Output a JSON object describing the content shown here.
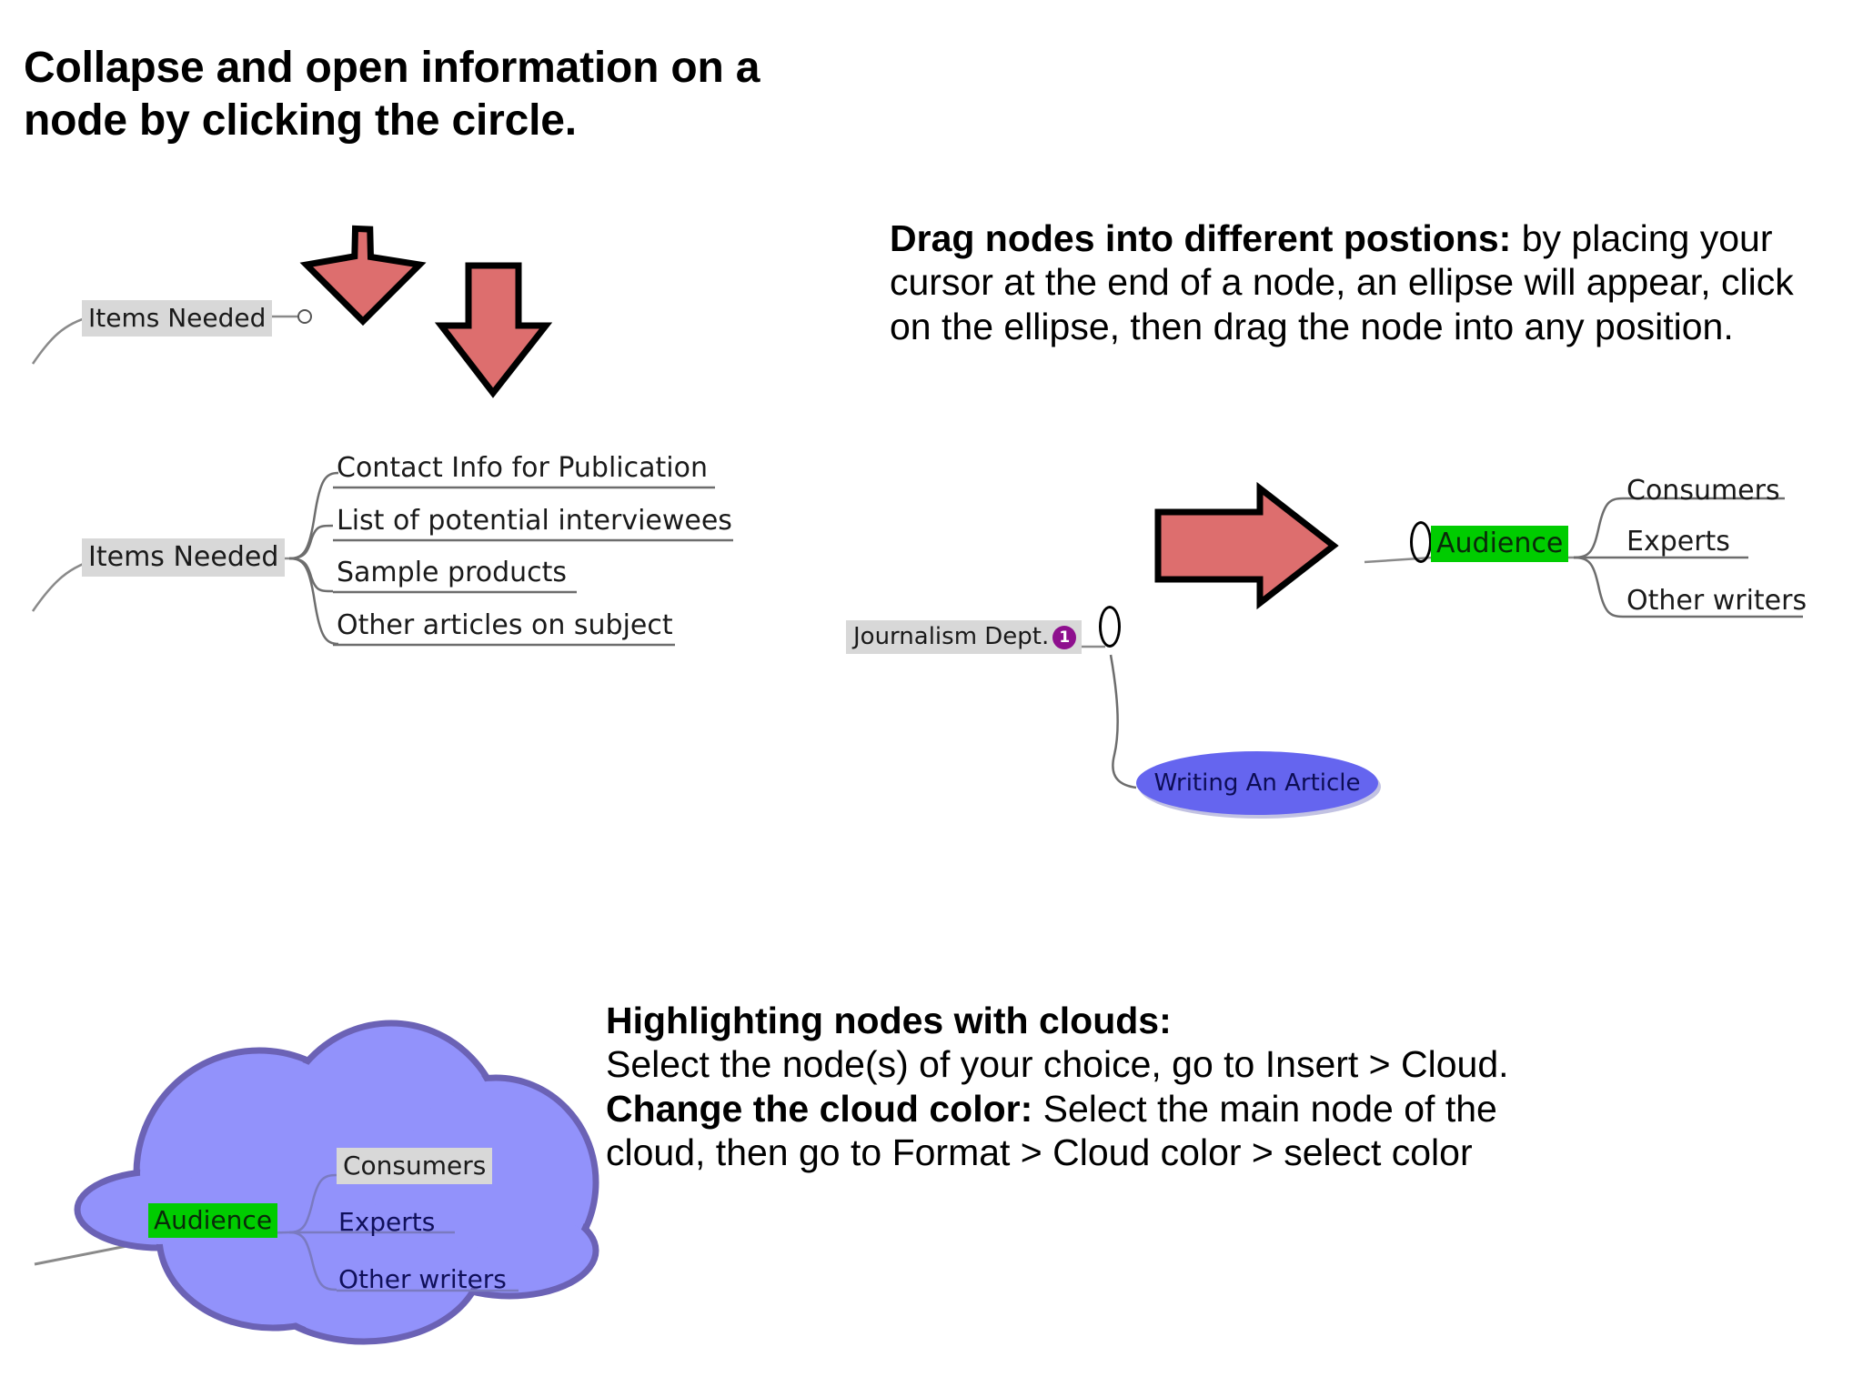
{
  "title": {
    "line1": "Collapse and open information on a",
    "line2": "node by clicking the circle."
  },
  "drag_instructions": {
    "bold_lead": "Drag nodes into different postions:",
    "rest": " by placing your cursor at the end of a node, an ellipse will appear, click on the ellipse, then drag the node into any position."
  },
  "cloud_instructions": {
    "bold_lead_1": "Highlighting nodes with clouds:",
    "body_1": "Select the node(s) of your choice, go to Insert > Cloud.",
    "bold_lead_2": "Change the cloud color:",
    "body_2": " Select the main node of the cloud, then go to Format > Cloud color > select color"
  },
  "mindmap_collapsed": {
    "root_label": "Items Needed"
  },
  "mindmap_expanded": {
    "root_label": "Items Needed",
    "children": [
      "Contact Info for Publication",
      "List of potential interviewees",
      "Sample products",
      "Other articles on subject"
    ]
  },
  "mindmap_audience": {
    "root_label": "Audience",
    "children": [
      "Consumers",
      "Experts",
      "Other writers"
    ]
  },
  "mindmap_journalism": {
    "node_label": "Journalism Dept.",
    "badge": "1",
    "child_label": "Writing An Article"
  },
  "mindmap_cloud": {
    "root_label": "Audience",
    "children": [
      "Consumers",
      "Experts",
      "Other writers"
    ]
  },
  "colors": {
    "arrow_fill": "#dd6e6e",
    "arrow_stroke": "#000000",
    "node_selected_bg": "#d8d8d8",
    "node_green_bg": "#00cc00",
    "cloud_fill": "#9292fb",
    "cloud_stroke": "#6b62b5",
    "ellipse_node_fill": "#6565ef",
    "badge_bg": "#8e0f8e",
    "connector": "#6d6d6d"
  },
  "icons": {
    "arrow_down_left": "arrow-down-left-icon",
    "arrow_down": "arrow-down-icon",
    "arrow_right": "arrow-right-icon",
    "collapse_circle": "collapse-circle-icon",
    "drag_ellipse": "drag-ellipse-handle-icon"
  }
}
